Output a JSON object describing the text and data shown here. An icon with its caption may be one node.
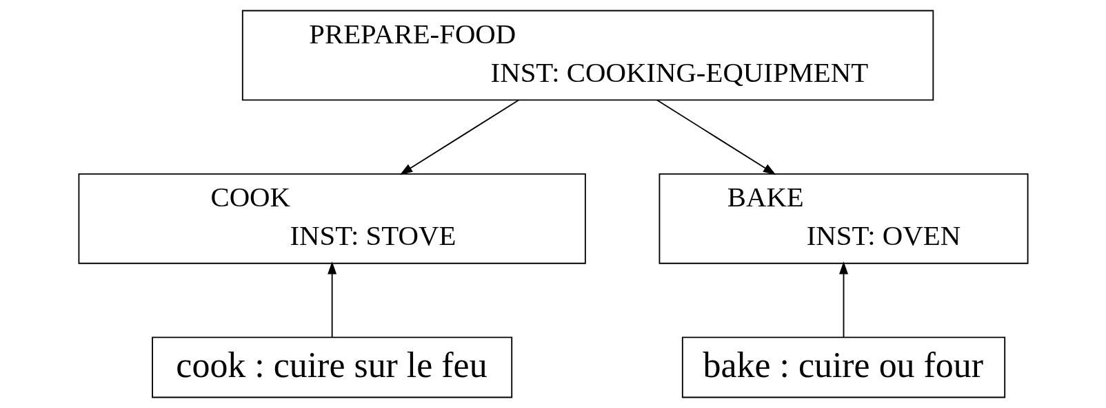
{
  "diagram": {
    "nodes": [
      {
        "text": [
          "PREPARE-FOOD",
          "INST: COOKING-EQUIPMENT"
        ]
      },
      {
        "text": [
          "COOK",
          "INST: STOVE"
        ]
      },
      {
        "text": [
          "BAKE",
          "INST: OVEN"
        ]
      },
      {
        "text": [
          "cook : cuire sur le feu"
        ]
      },
      {
        "text": [
          "bake : cuire ou four"
        ]
      }
    ],
    "edges": [
      {
        "from": 0,
        "to": 1,
        "arrow": "to"
      },
      {
        "from": 0,
        "to": 2,
        "arrow": "to"
      },
      {
        "from": 3,
        "to": 1,
        "arrow": "to"
      },
      {
        "from": 4,
        "to": 2,
        "arrow": "to"
      }
    ]
  }
}
